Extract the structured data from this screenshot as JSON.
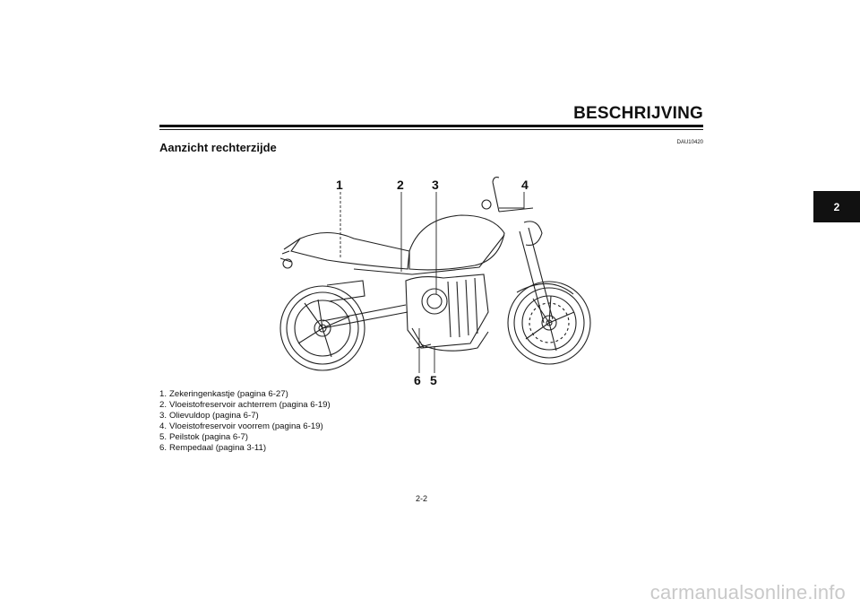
{
  "header": {
    "section_title": "BESCHRIJVING",
    "doc_code": "DAU10420",
    "subtitle": "Aanzicht rechterzijde"
  },
  "chapter_tab": "2",
  "figure": {
    "callouts": [
      "1",
      "2",
      "3",
      "4",
      "6",
      "5"
    ]
  },
  "legend": {
    "items": [
      {
        "num": "1.",
        "text": "Zekeringenkastje (pagina 6-27)"
      },
      {
        "num": "2.",
        "text": "Vloeistofreservoir achterrem (pagina 6-19)"
      },
      {
        "num": "3.",
        "text": "Olievuldop (pagina 6-7)"
      },
      {
        "num": "4.",
        "text": "Vloeistofreservoir voorrem (pagina 6-19)"
      },
      {
        "num": "5.",
        "text": "Peilstok (pagina 6-7)"
      },
      {
        "num": "6.",
        "text": "Rempedaal (pagina 3-11)"
      }
    ]
  },
  "footer": {
    "page_number": "2-2",
    "watermark": "carmanualsonline.info"
  }
}
